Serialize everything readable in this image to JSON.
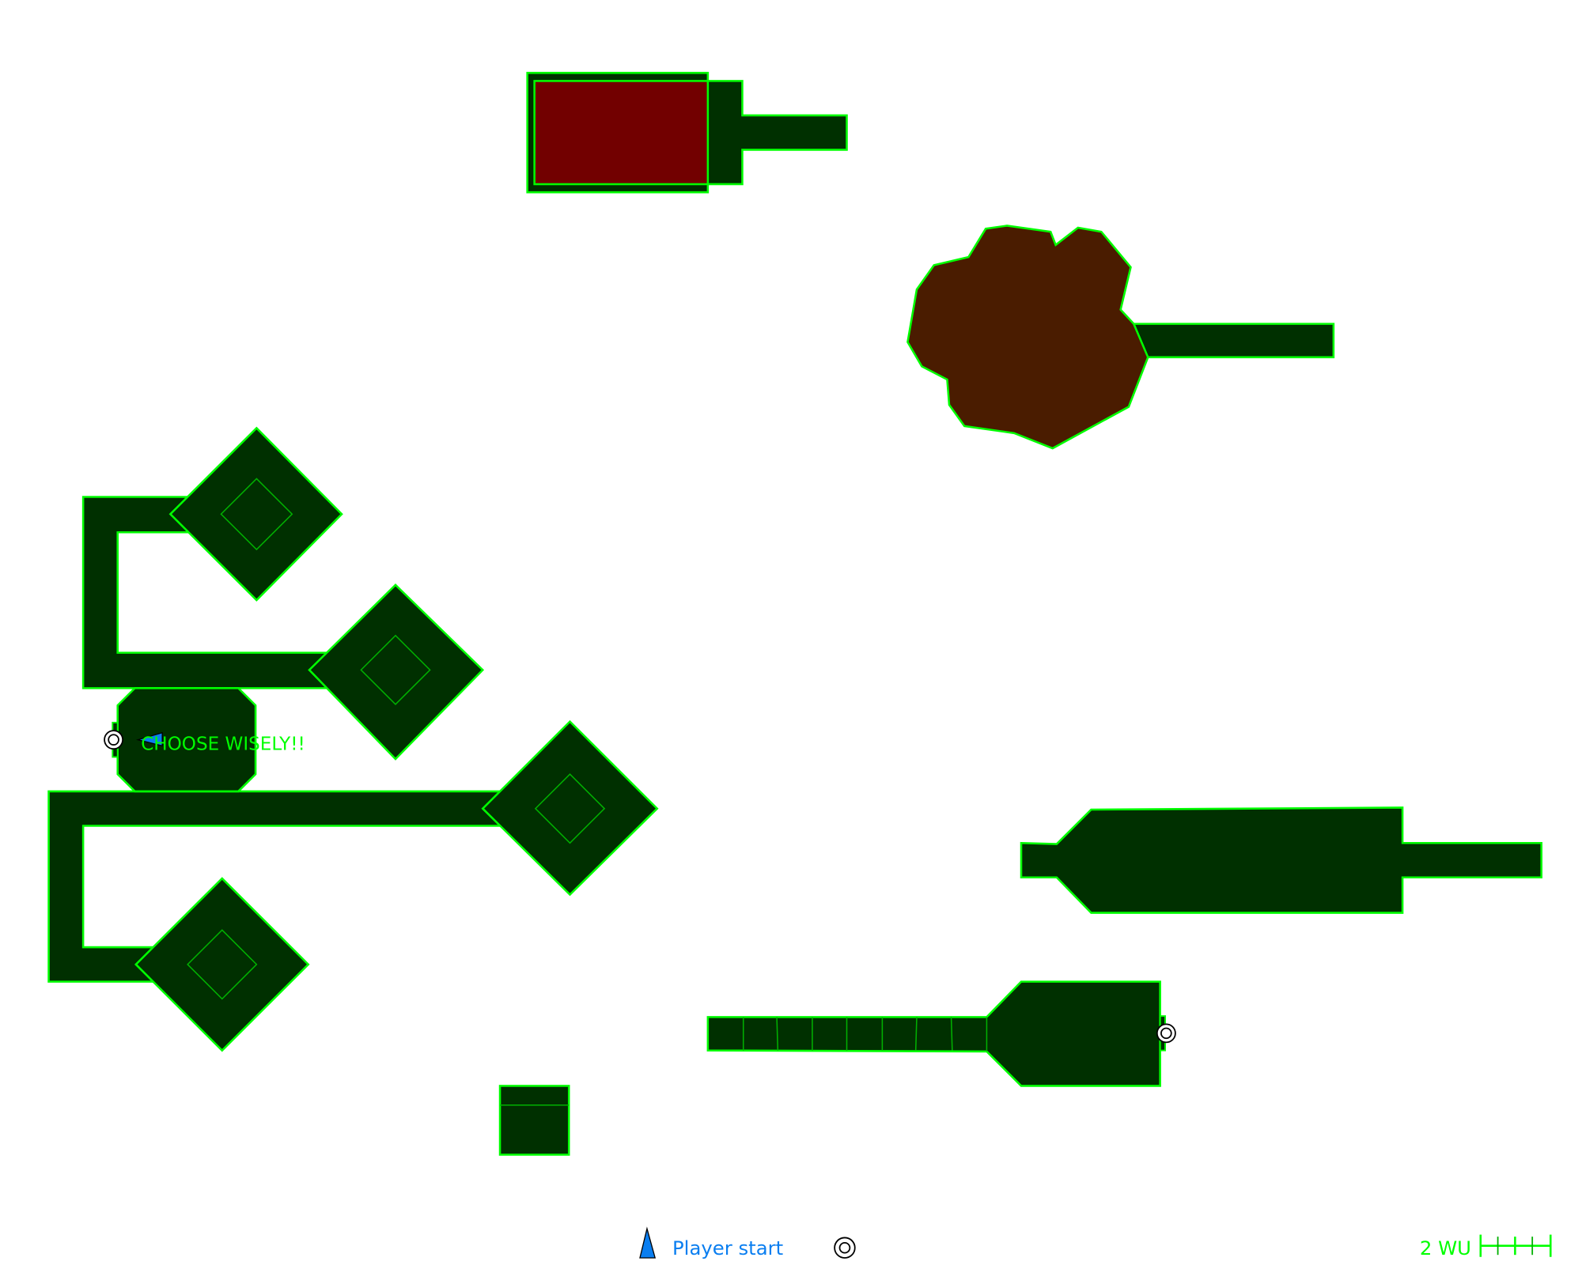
{
  "map": {
    "rooms": [
      {
        "id": "red-room",
        "fill": "#720000"
      },
      {
        "id": "brown-cave",
        "fill": "#4a1c00"
      },
      {
        "id": "hub-octagon"
      },
      {
        "id": "diamond-room-1"
      },
      {
        "id": "diamond-room-2"
      },
      {
        "id": "diamond-room-3"
      },
      {
        "id": "diamond-room-4"
      },
      {
        "id": "long-hall"
      },
      {
        "id": "segmented-corridor-room"
      },
      {
        "id": "small-square-room"
      }
    ],
    "annotation": "CHOOSE WISELY!!",
    "colors": {
      "wall": "#00ff00",
      "floor": "#003000",
      "player": "#0a7ef0",
      "red_room": "#720000",
      "brown_cave": "#4a1c00",
      "label": "#00ff00"
    }
  },
  "legend": {
    "player_start_label": "Player start",
    "player_start_icon": "player-arrow-icon",
    "waypoint_icon": "target-ring-icon"
  },
  "scale_bar": {
    "label": "2 WU",
    "ticks": 5
  }
}
